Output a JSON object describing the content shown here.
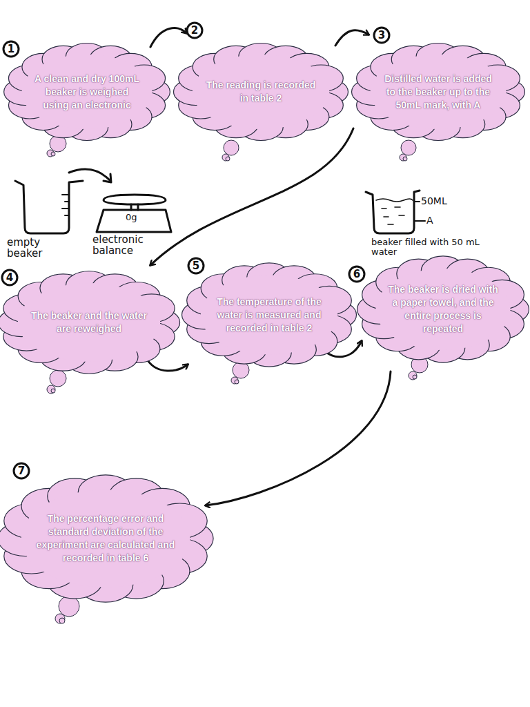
{
  "diagram": {
    "nodes": [
      {
        "text": [
          "A clean and dry 100mL beaker is weighed using an electronic"
        ]
      },
      {
        "text": [
          "The reading is recorded in table 2"
        ]
      },
      {
        "text": [
          "Distilled water is added to the beaker up to the 50mL mark, with A"
        ]
      },
      {
        "text": [
          "The beaker and the water are reweighed"
        ]
      },
      {
        "text": [
          "The temperature of the water is measured and recorded in table 2"
        ]
      },
      {
        "text": [
          "The beaker is dried with a paper towel, and the entire process is repeated"
        ]
      },
      {
        "text": [
          "The percentage error and standard deviation of the experiment are calculated and recorded in table 6"
        ]
      }
    ],
    "edges": [
      {
        "from": 0,
        "to": 1,
        "arrow": "to"
      },
      {
        "from": 1,
        "to": 2,
        "arrow": "to"
      },
      {
        "from": 2,
        "to": 3,
        "arrow": "to"
      },
      {
        "from": 3,
        "to": 4,
        "arrow": "to"
      },
      {
        "from": 4,
        "to": 5,
        "arrow": "to"
      },
      {
        "from": 5,
        "to": 6,
        "arrow": "to"
      }
    ],
    "labels": [
      "1",
      "2",
      "3",
      "empty beaker",
      "0g",
      "electronic balance",
      "50ML",
      "A",
      "beaker filled with 50 mL water",
      "4",
      "5",
      "6",
      "7"
    ]
  }
}
